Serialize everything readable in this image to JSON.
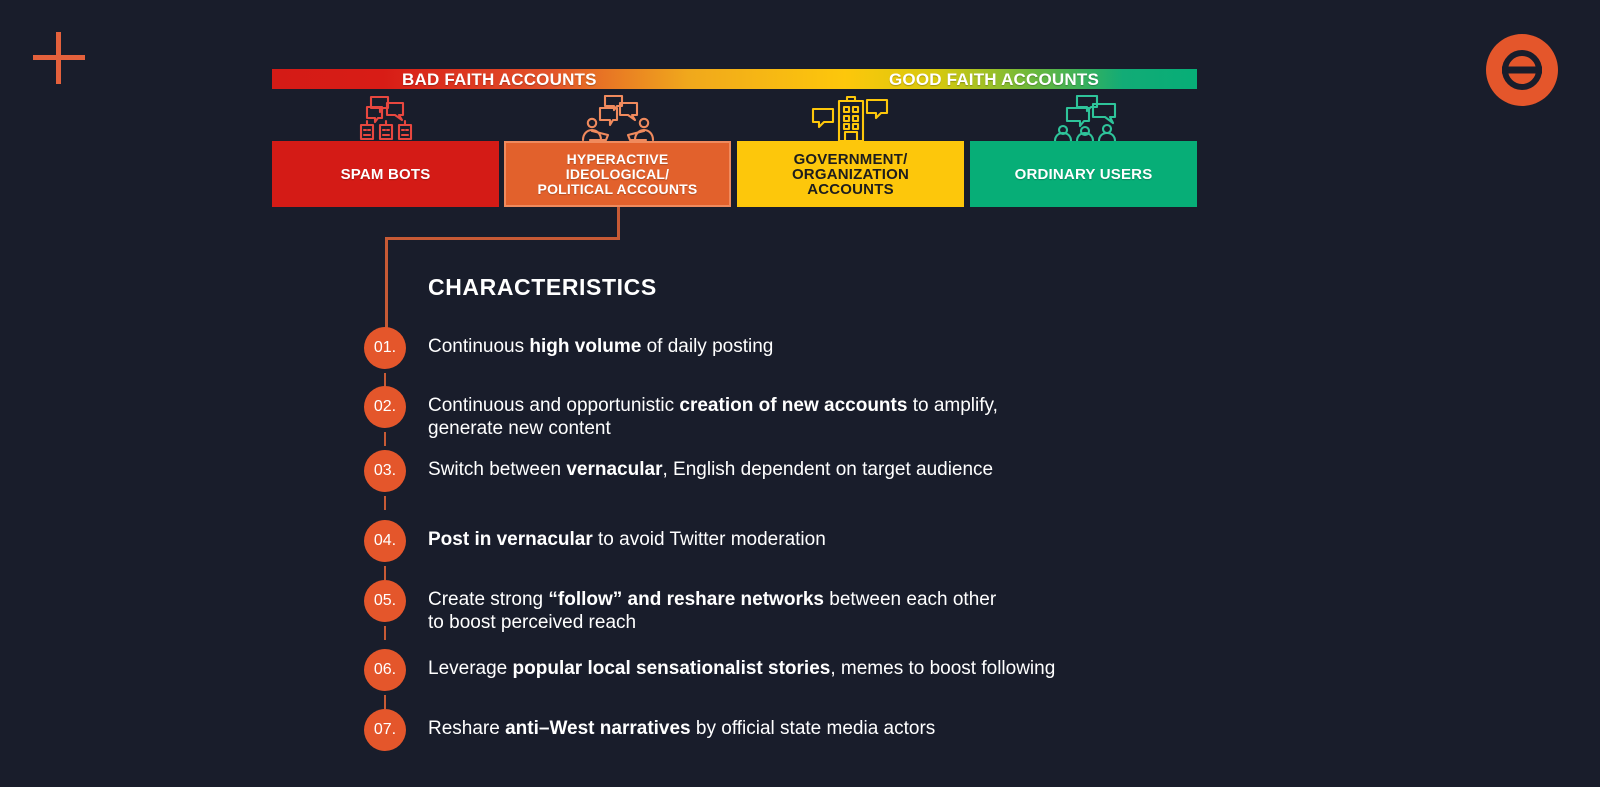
{
  "theme": {
    "background": "#191d2b",
    "accent_orange": "#e4562b",
    "connector": "#c75a35",
    "text": "#ffffff"
  },
  "decor": {
    "plus_icon": "plus-icon",
    "logo_icon": "circle-logo-icon"
  },
  "spectrum": {
    "bad_label": "BAD FAITH ACCOUNTS",
    "good_label": "GOOD FAITH ACCOUNTS",
    "gradient_stops": [
      "#d41b16",
      "#e2532a",
      "#fdc70b",
      "#07ae77"
    ]
  },
  "categories": [
    {
      "label": "SPAM BOTS",
      "color": "#d41b16",
      "icon": "spam-bots-icon",
      "icon_color": "#e8473f",
      "selected": false
    },
    {
      "label": "HYPERACTIVE\nIDEOLOGICAL/\nPOLITICAL ACCOUNTS",
      "color": "#e2612c",
      "icon": "political-accounts-icon",
      "icon_color": "#f08a5d",
      "selected": true
    },
    {
      "label": "GOVERNMENT/\nORGANIZATION\nACCOUNTS",
      "color": "#fdc70b",
      "icon": "government-building-icon",
      "icon_color": "#fdc70b",
      "selected": false
    },
    {
      "label": "ORDINARY USERS",
      "color": "#07ae77",
      "icon": "ordinary-users-icon",
      "icon_color": "#2ec49a",
      "selected": false
    }
  ],
  "characteristics": {
    "title": "CHARACTERISTICS",
    "items": [
      {
        "number": "01.",
        "parts": [
          {
            "t": "Continuous ",
            "b": false
          },
          {
            "t": "high volume",
            "b": true
          },
          {
            "t": " of daily posting",
            "b": false
          }
        ]
      },
      {
        "number": "02.",
        "parts": [
          {
            "t": "Continuous and opportunistic ",
            "b": false
          },
          {
            "t": "creation of new accounts",
            "b": true
          },
          {
            "t": " to amplify,\ngenerate new content",
            "b": false
          }
        ]
      },
      {
        "number": "03.",
        "parts": [
          {
            "t": "Switch between ",
            "b": false
          },
          {
            "t": "vernacular",
            "b": true
          },
          {
            "t": ", English dependent on target audience",
            "b": false
          }
        ]
      },
      {
        "number": "04.",
        "parts": [
          {
            "t": "Post in vernacular",
            "b": true
          },
          {
            "t": " to avoid Twitter moderation",
            "b": false
          }
        ]
      },
      {
        "number": "05.",
        "parts": [
          {
            "t": "Create strong ",
            "b": false
          },
          {
            "t": "“follow” and reshare networks",
            "b": true
          },
          {
            "t": " between each other\nto boost perceived reach",
            "b": false
          }
        ]
      },
      {
        "number": "06.",
        "parts": [
          {
            "t": "Leverage ",
            "b": false
          },
          {
            "t": "popular local sensationalist stories",
            "b": true
          },
          {
            "t": ", memes to boost following",
            "b": false
          }
        ]
      },
      {
        "number": "07.",
        "parts": [
          {
            "t": "Reshare ",
            "b": false
          },
          {
            "t": "anti–West narratives",
            "b": true
          },
          {
            "t": " by official state media actors",
            "b": false
          }
        ]
      }
    ]
  }
}
